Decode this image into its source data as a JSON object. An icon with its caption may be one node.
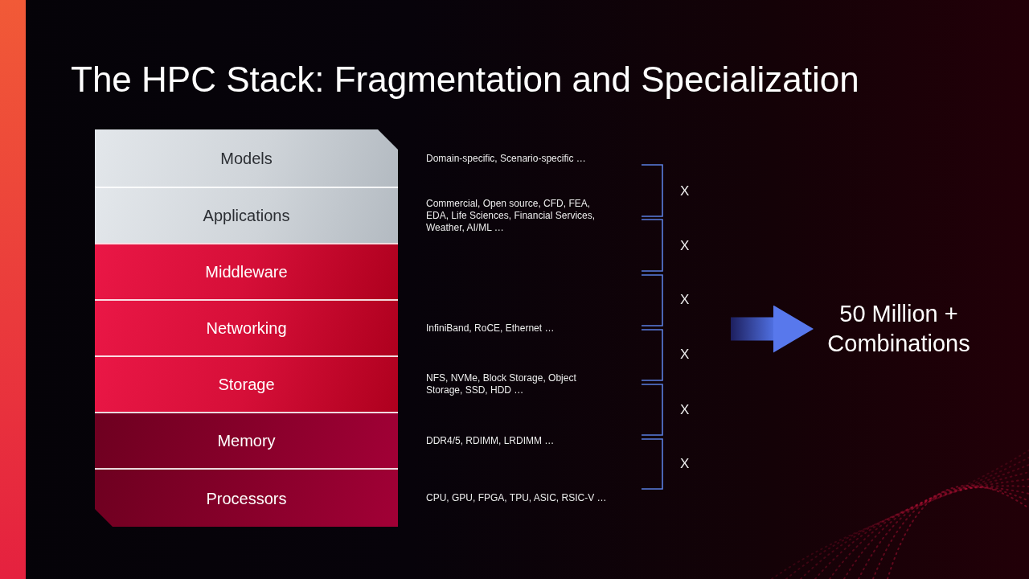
{
  "diagram": {
    "title": "The HPC Stack: Fragmentation and Specialization",
    "nodes": [
      {
        "text": [
          "Models"
        ],
        "beside": [
          "Domain-specific, Scenario-specific …"
        ]
      },
      {
        "text": [
          "Applications"
        ],
        "beside": [
          "Commercial, Open source, CFD, FEA, EDA, Life Sciences, Financial Services, Weather, AI/ML …"
        ]
      },
      {
        "text": [
          "Middleware"
        ]
      },
      {
        "text": [
          "Networking"
        ],
        "beside": [
          "InfiniBand, RoCE, Ethernet …"
        ]
      },
      {
        "text": [
          "Storage"
        ],
        "beside": [
          "NFS, NVMe, Block Storage, Object Storage, SSD, HDD …"
        ]
      },
      {
        "text": [
          "Memory"
        ],
        "beside": [
          "DDR4/5, RDIMM, LRDIMM …"
        ]
      },
      {
        "text": [
          "Processors"
        ],
        "beside": [
          "CPU, GPU, FPGA, TPU, ASIC, RSIC-V …"
        ]
      },
      {
        "text": [
          "50 Million + Combinations"
        ]
      }
    ],
    "edges": [
      {
        "from": null,
        "to": 7,
        "arrow": "to",
        "style": "thick"
      }
    ],
    "labels": [
      "X",
      "X",
      "X",
      "X",
      "X",
      "X"
    ]
  }
}
